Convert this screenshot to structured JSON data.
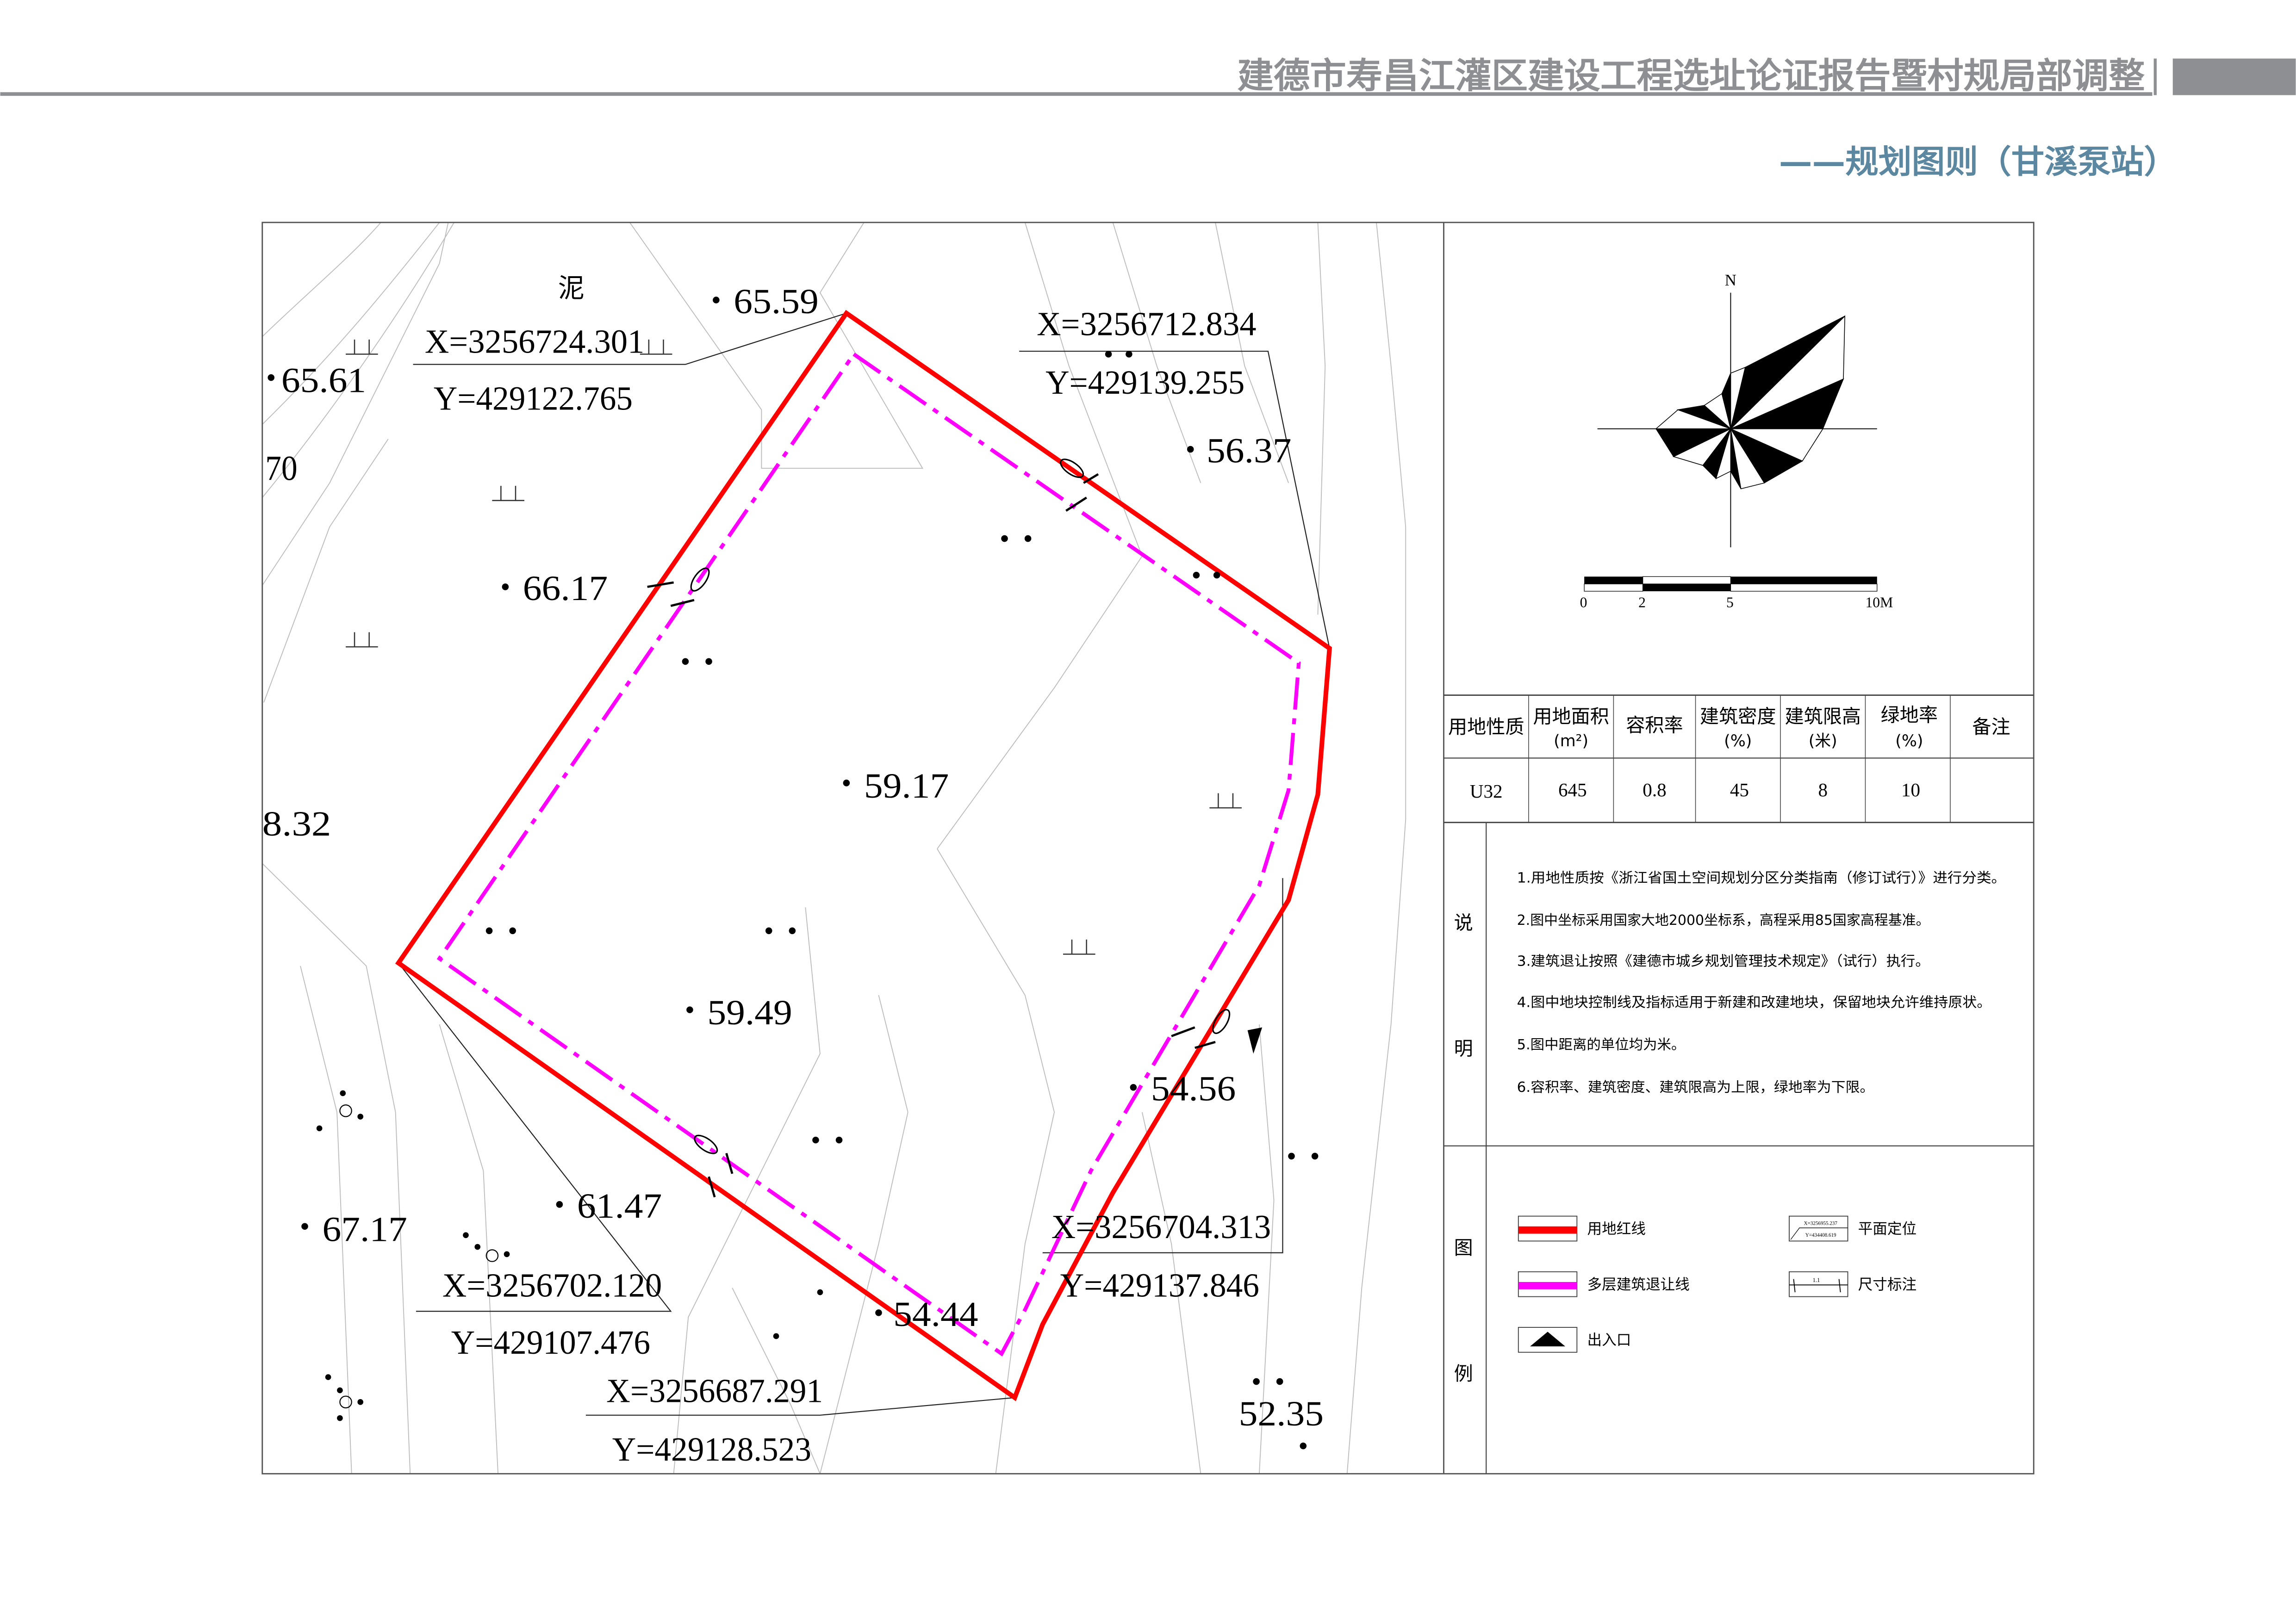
{
  "header": {
    "title": "建德市寿昌江灌区建设工程选址论证报告暨村规局部调整",
    "subtitle": "——规划图则（甘溪泵站）",
    "title_color": "#8e8f93",
    "subtitle_color": "#5b87a1"
  },
  "map": {
    "elevations": [
      "65.59",
      "65.61",
      "70",
      "66.17",
      "56.37",
      "59.17",
      "8.32",
      "59.49",
      "54.56",
      "67.17",
      "61.47",
      "54.44",
      "52.35"
    ],
    "place_label": "泥",
    "coordinates": [
      {
        "x": "X=3256724.301",
        "y": "Y=429122.765"
      },
      {
        "x": "X=3256712.834",
        "y": "Y=429139.255"
      },
      {
        "x": "X=3256704.313",
        "y": "Y=429137.846"
      },
      {
        "x": "X=3256702.120",
        "y": "Y=429107.476"
      },
      {
        "x": "X=3256687.291",
        "y": "Y=429128.523"
      }
    ],
    "red_line_color": "#ff0000",
    "setback_line_color": "#ff00ff"
  },
  "compass": {
    "north": "N"
  },
  "scale_bar": {
    "ticks": [
      "0",
      "2",
      "5",
      "10M"
    ]
  },
  "table": {
    "headers": [
      {
        "l1": "用地性质",
        "l2": ""
      },
      {
        "l1": "用地面积",
        "l2": "(m²)"
      },
      {
        "l1": "容积率",
        "l2": ""
      },
      {
        "l1": "建筑密度",
        "l2": "(%)"
      },
      {
        "l1": "建筑限高",
        "l2": "(米)"
      },
      {
        "l1": "绿地率",
        "l2": "(%)"
      },
      {
        "l1": "备注",
        "l2": ""
      }
    ],
    "row": [
      "U32",
      "645",
      "0.8",
      "45",
      "8",
      "10",
      ""
    ]
  },
  "notes": {
    "label_1": "说",
    "label_2": "明",
    "items": [
      "1.用地性质按《浙江省国土空间规划分区分类指南（修订试行）》进行分类。",
      "2.图中坐标采用国家大地2000坐标系，高程采用85国家高程基准。",
      "3.建筑退让按照《建德市城乡规划管理技术规定》（试行）执行。",
      "4.图中地块控制线及指标适用于新建和改建地块，保留地块允许维持原状。",
      "5.图中距离的单位均为米。",
      "6.容积率、建筑密度、建筑限高为上限，绿地率为下限。"
    ]
  },
  "legend": {
    "label_1": "图",
    "label_2": "例",
    "red_line": "用地红线",
    "setback_line": "多层建筑退让线",
    "entrance": "出入口",
    "positioning": "平面定位",
    "positioning_sample_x": "X=3256955.237",
    "positioning_sample_y": "Y=434408.619",
    "dimension": "尺寸标注",
    "dimension_sample": "1.1"
  }
}
